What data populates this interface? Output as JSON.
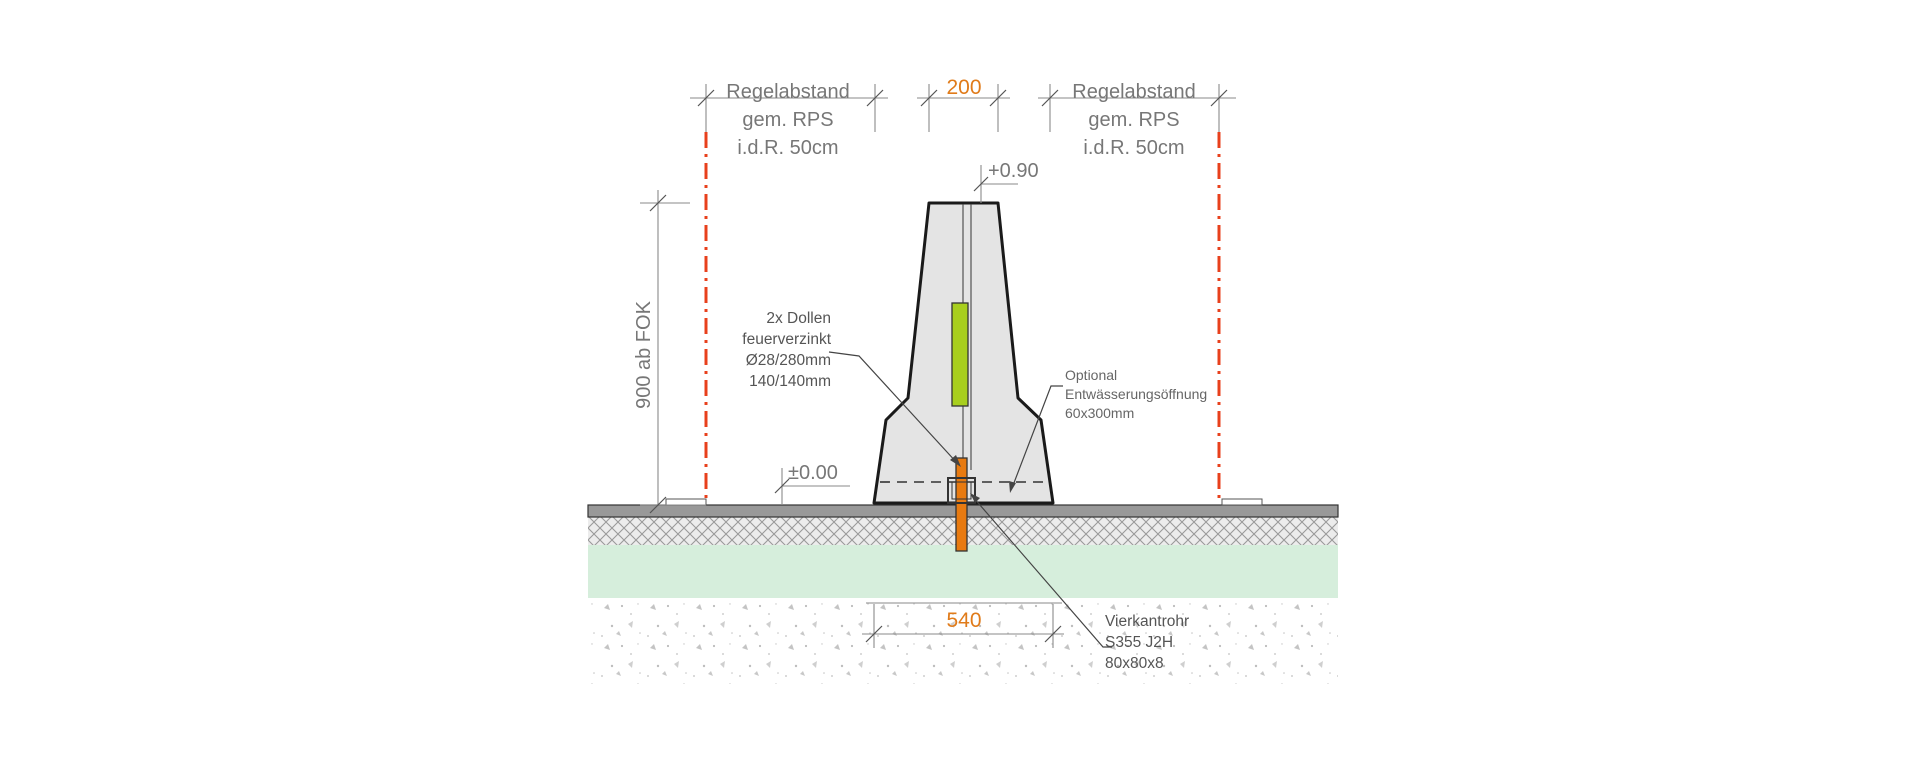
{
  "dimensions": {
    "left_spacing": [
      "Regelabstand",
      "gem. RPS",
      "i.d.R. 50cm"
    ],
    "right_spacing": [
      "Regelabstand",
      "gem. RPS",
      "i.d.R. 50cm"
    ],
    "top_width": "200",
    "base_width": "540",
    "height_label": "900 ab FOK",
    "top_level": "+0.90",
    "ground_level": "±0.00"
  },
  "annotations": {
    "dowel": [
      "2x Dollen",
      "feuerverzinkt",
      "Ø28/280mm",
      "140/140mm"
    ],
    "drainage": [
      "Optional",
      "Entwässerungsöffnung",
      "60x300mm"
    ],
    "tube": [
      "Vierkantrohr",
      "S355 J2H",
      "80x80x8"
    ]
  },
  "colors": {
    "concrete": "#e4e4e4",
    "outline": "#1a1a1a",
    "red_axis": "#e8401c",
    "dim_orange": "#e07b1a",
    "dowel_fill": "#e87a10",
    "reflector": "#a8cf1e",
    "subbase_green": "#d6eedc",
    "asphalt": "#999999",
    "gravel_pattern": "#bdbdbd"
  }
}
